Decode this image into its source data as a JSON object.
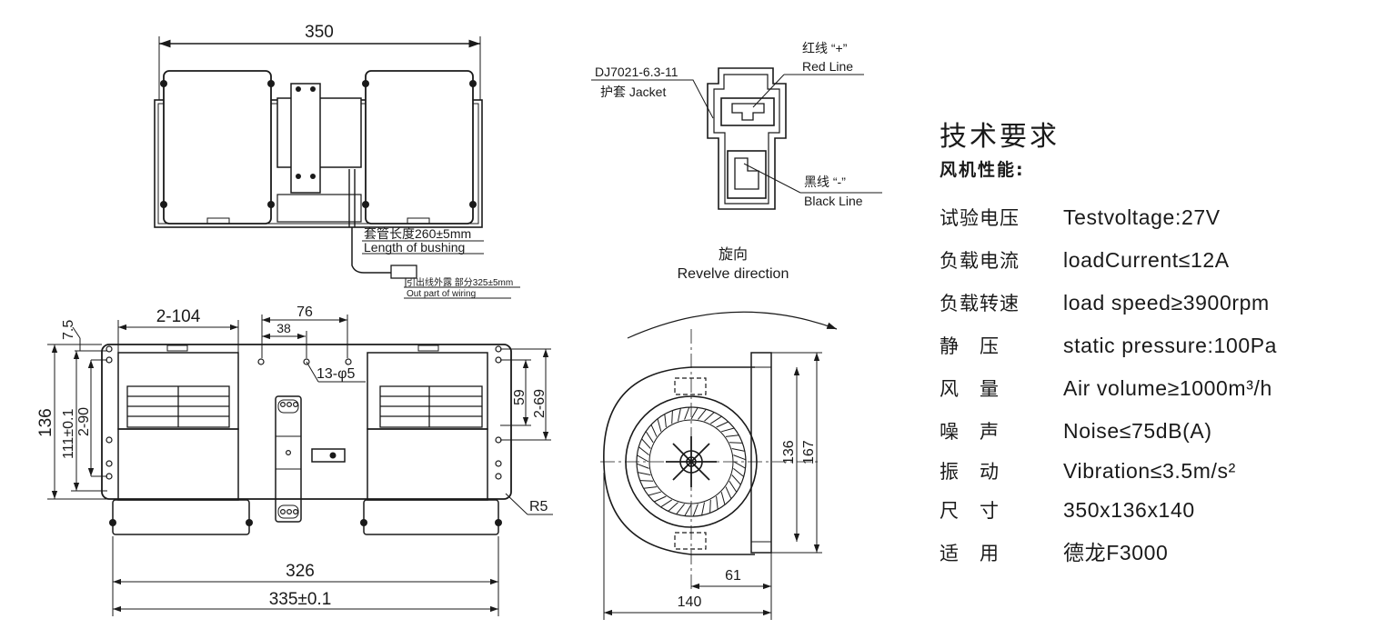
{
  "diagram": {
    "top_view": {
      "width_dim": "350",
      "bushing_cn": "套管长度260±5mm",
      "bushing_en": "Length of bushing",
      "wiring_cn": "引出线外露 部分325±5mm",
      "wiring_en": "Out part of  wiring"
    },
    "connector": {
      "part_no": "DJ7021-6.3-11",
      "jacket": "护套 Jacket",
      "red_cn": "红线 “+”",
      "red_en": "Red Line",
      "black_cn": "黑线 “-”",
      "black_en": "Black Line"
    },
    "rotation": {
      "cn": "旋向",
      "en": "Revelve direction"
    },
    "front_view": {
      "dim_2_104": "2-104",
      "dim_76": "76",
      "dim_38": "38",
      "dim_7_5": "7.5",
      "dim_136": "136",
      "dim_111": "111±0.1",
      "dim_2_90": "2-90",
      "holes": "13-φ5",
      "dim_59": "59",
      "dim_2_69": "2-69",
      "r5": "R5",
      "dim_326": "326",
      "dim_335": "335±0.1"
    },
    "side_view": {
      "dim_136": "136",
      "dim_167": "167",
      "dim_61": "61",
      "dim_140": "140"
    }
  },
  "specs": {
    "title": "技术要求",
    "subtitle": "风机性能:",
    "rows": [
      {
        "label": "试验电压",
        "value": "Testvoltage:27V"
      },
      {
        "label": "负载电流",
        "value": "loadCurrent≤12A"
      },
      {
        "label": "负载转速",
        "value": "load speed≥3900rpm"
      },
      {
        "label": "静　压",
        "value": "static pressure:100Pa"
      },
      {
        "label": "风　量",
        "value": "Air volume≥1000m³/h"
      },
      {
        "label": "噪　声",
        "value": "Noise≤75dB(A)"
      },
      {
        "label": "振　动",
        "value": "Vibration≤3.5m/s²"
      },
      {
        "label": "尺　寸",
        "value": "350x136x140"
      },
      {
        "label": "适　用",
        "value": "德龙F3000"
      }
    ]
  }
}
